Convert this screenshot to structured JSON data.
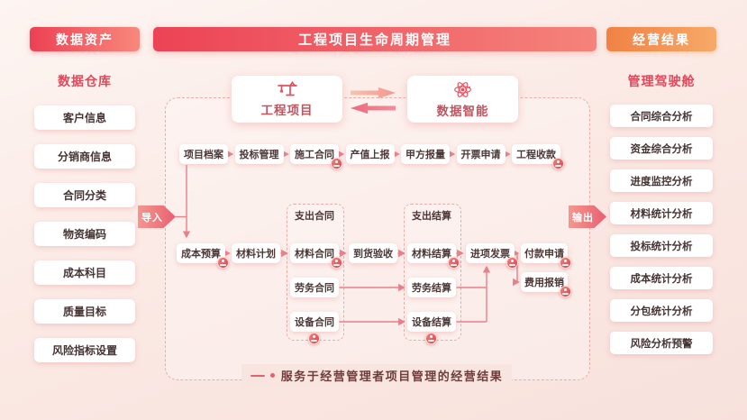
{
  "left_panel": {
    "title": "数据资产",
    "subtitle": "数据仓库",
    "items": [
      "客户信息",
      "分销商信息",
      "合同分类",
      "物资编码",
      "成本科目",
      "质量目标",
      "风险指标设置"
    ]
  },
  "center": {
    "title": "工程项目生命周期管理",
    "import_label": "导入",
    "export_label": "输出",
    "project_node": "工程项目",
    "intelligence_node": "数据智能",
    "row1": [
      "项目档案",
      "投标管理",
      "施工合同",
      "产值上报",
      "甲方报量",
      "开票申请",
      "工程收款"
    ],
    "cost_budget": "成本预算",
    "material_plan": "材料计划",
    "contract_group": {
      "title": "支出合同",
      "items": [
        "材料合同",
        "劳务合同",
        "设备合同"
      ]
    },
    "arrival_acceptance": "到货验收",
    "settlement_group": {
      "title": "支出结算",
      "items": [
        "材料结算",
        "劳务结算",
        "设备结算"
      ]
    },
    "input_invoice": "进项发票",
    "payment_request": "付款申请",
    "expense_reimbursement": "费用报销",
    "caption": "服务于经营管理者项目管理的经营结果"
  },
  "right_panel": {
    "title": "经营结果",
    "subtitle": "管理驾驶舱",
    "items": [
      "合同综合分析",
      "资金综合分析",
      "进度监控分析",
      "材料统计分析",
      "投标统计分析",
      "成本统计分析",
      "分包统计分析",
      "风险分析预警"
    ]
  },
  "colors": {
    "accent_red": "#ec4355",
    "accent_orange": "#f18c4c",
    "line_pink": "#e97f8b",
    "badge_red": "#e2414f"
  }
}
